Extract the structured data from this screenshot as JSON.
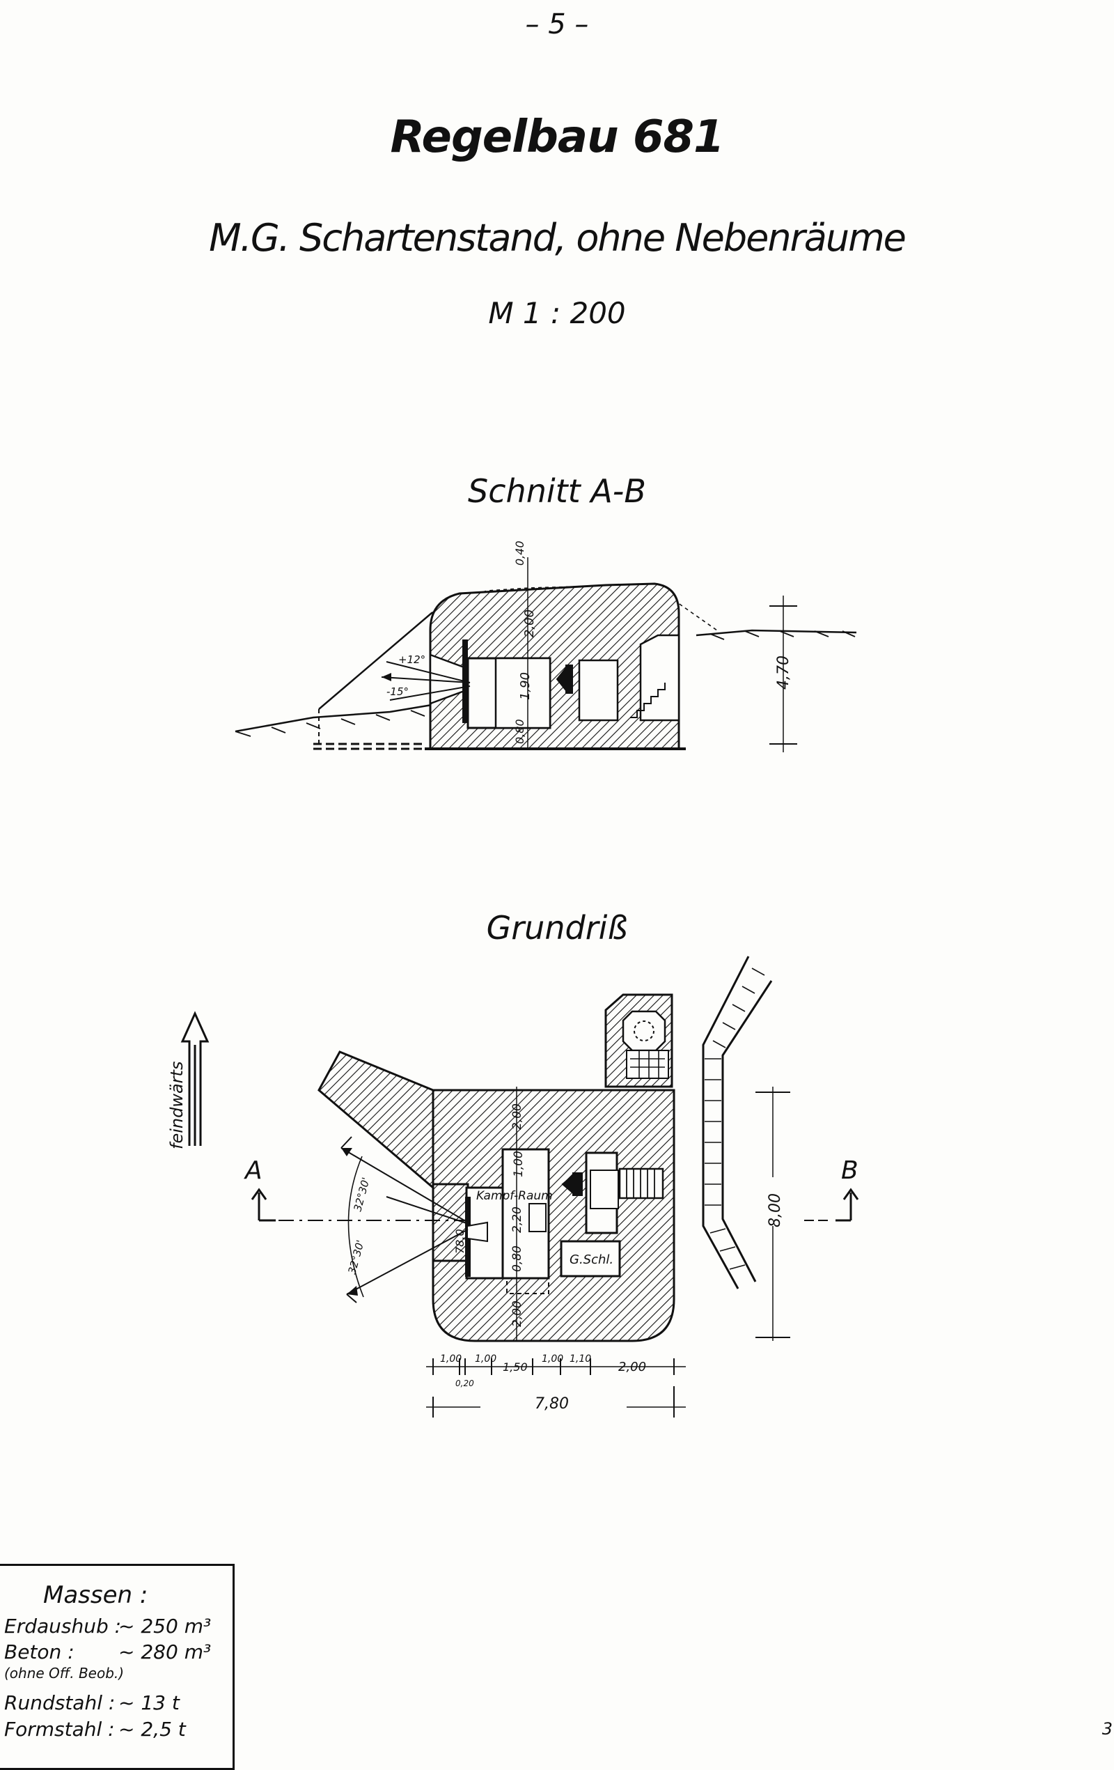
{
  "page": {
    "number": "– 5 –",
    "corner_mark": "3"
  },
  "header": {
    "title": "Regelbau 681",
    "subtitle": "M.G. Schartenstand, ohne Nebenräume",
    "scale": "M 1 : 200"
  },
  "section": {
    "title": "Schnitt A-B",
    "dims": {
      "top": "0,40",
      "roof": "2,00",
      "room": "1,90",
      "floor": "0,80",
      "height": "4,70"
    },
    "angles": {
      "up": "+12°",
      "down": "-15°"
    }
  },
  "plan": {
    "title": "Grundriß",
    "direction_label": "feindwärts",
    "marker_a": "A",
    "marker_b": "B",
    "room_combat": "Kampf-Raum",
    "room_gas": "G.Schl.",
    "opening": "78,0",
    "angle_top": "32°30'",
    "angle_bottom": "32°30'",
    "dims_vertical": [
      "2,00",
      "1,00",
      "2,20",
      "0,80",
      "2,00"
    ],
    "depth": "8,00",
    "dims_horizontal": [
      "1,00",
      "0,20",
      "1,00",
      "1,50",
      "1,00",
      "1,10",
      "2,00"
    ],
    "total_width": "7,80"
  },
  "masses": {
    "title": "Massen :",
    "rows": [
      {
        "label": "Erdaushub :",
        "value": "~ 250 m³"
      },
      {
        "label": "Beton         :",
        "value": "~ 280 m³"
      },
      {
        "label": "Rundstahl :",
        "value": "~   13 t"
      },
      {
        "label": "Formstahl :",
        "value": "~   2,5 t"
      }
    ],
    "note": "(ohne Off. Beob.)"
  }
}
